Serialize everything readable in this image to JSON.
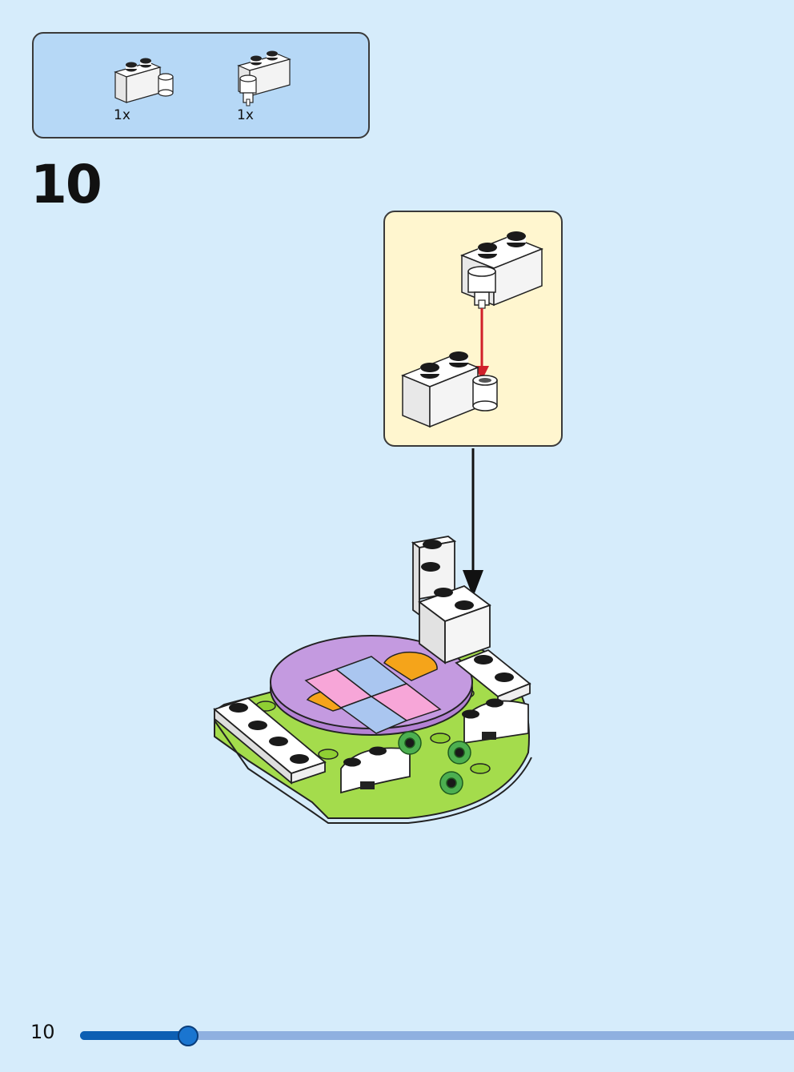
{
  "parts": [
    {
      "icon": "white-hinge-brick-with-finger-icon",
      "quantity": "1x"
    },
    {
      "icon": "white-hinge-brick-with-fork-icon",
      "quantity": "1x"
    }
  ],
  "step": {
    "number": "10"
  },
  "page": {
    "number": "10"
  },
  "progress": {
    "fraction": 0.15
  },
  "colors": {
    "page_background": "#d6ecfb",
    "parts_panel": "#b6d8f6",
    "callout_panel": "#fff6cf",
    "progress_fill": "#0d5fb3",
    "progress_track": "#8fb0e0",
    "arrow": "#d0202a"
  }
}
